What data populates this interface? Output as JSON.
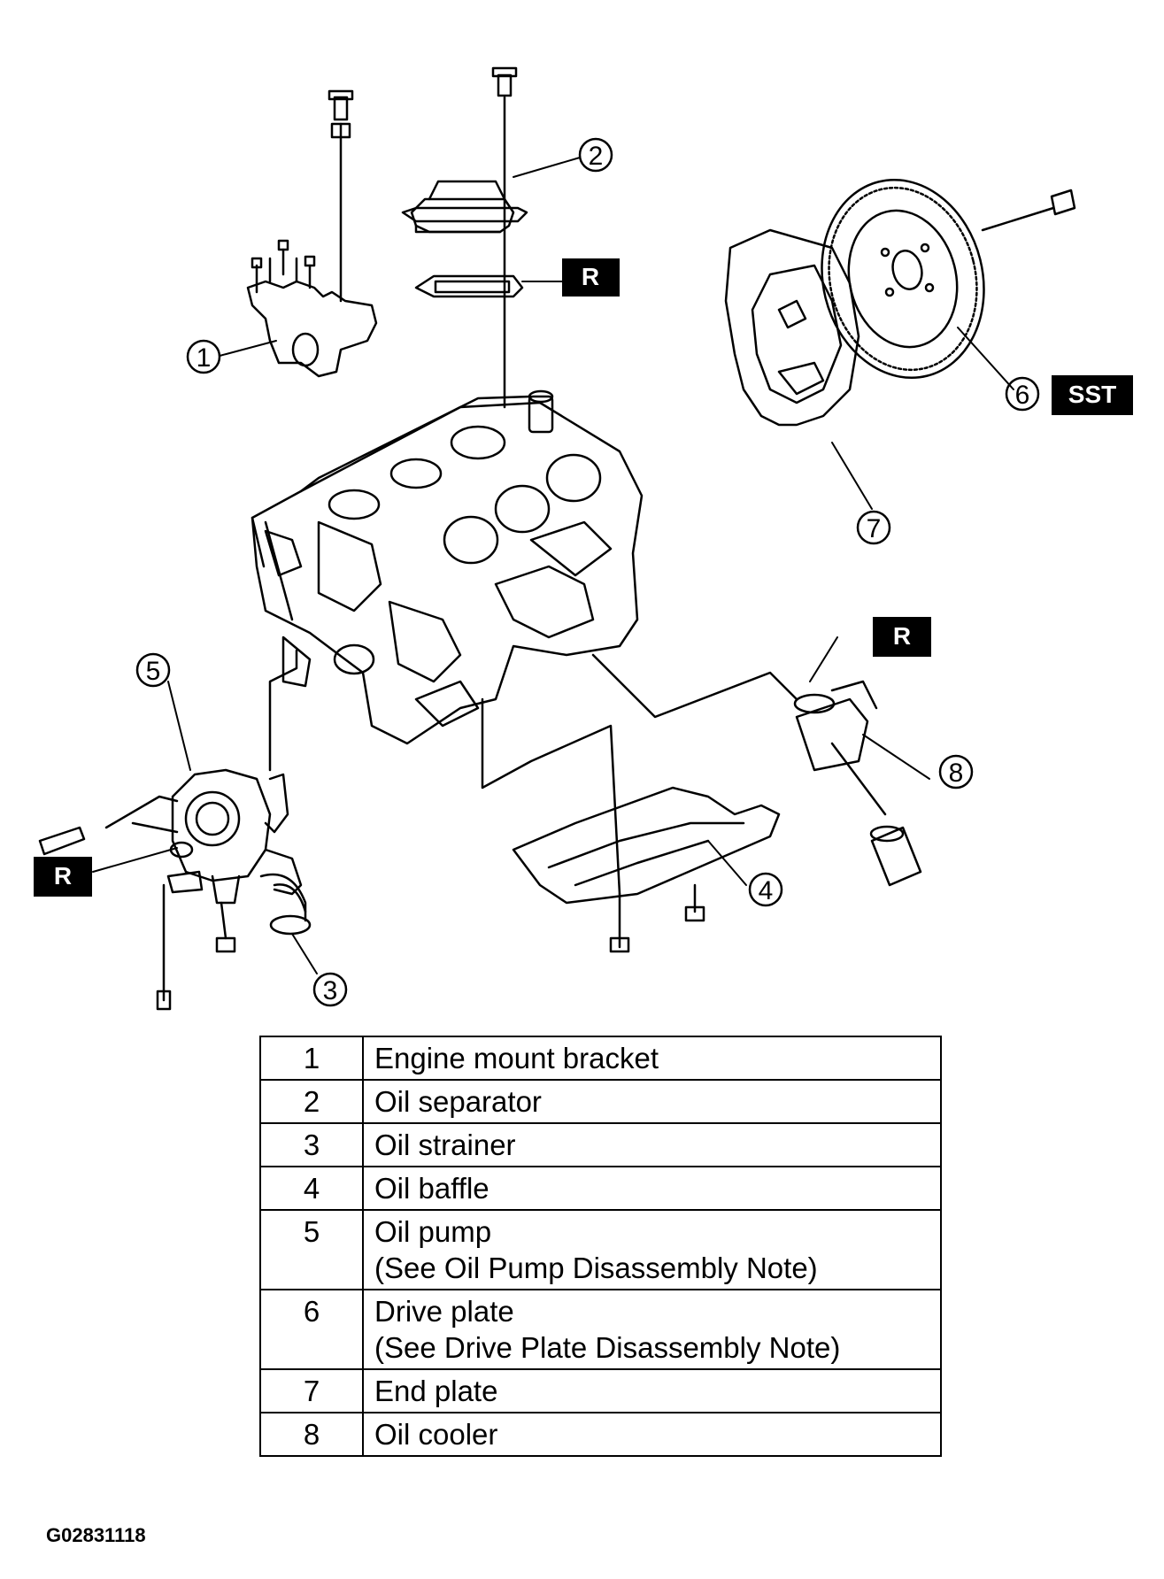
{
  "callouts": [
    "1",
    "2",
    "3",
    "4",
    "5",
    "6",
    "7",
    "8"
  ],
  "tags": {
    "replace": "R",
    "special_tool": "SST"
  },
  "legend": [
    {
      "num": "1",
      "label": "Engine mount bracket",
      "note": ""
    },
    {
      "num": "2",
      "label": "Oil separator",
      "note": ""
    },
    {
      "num": "3",
      "label": "Oil strainer",
      "note": ""
    },
    {
      "num": "4",
      "label": "Oil baffle",
      "note": ""
    },
    {
      "num": "5",
      "label": "Oil pump",
      "note": "(See Oil Pump Disassembly Note)"
    },
    {
      "num": "6",
      "label": "Drive plate",
      "note": "(See Drive Plate Disassembly Note)"
    },
    {
      "num": "7",
      "label": "End plate",
      "note": ""
    },
    {
      "num": "8",
      "label": "Oil cooler",
      "note": ""
    }
  ],
  "figure_id": "G02831118"
}
